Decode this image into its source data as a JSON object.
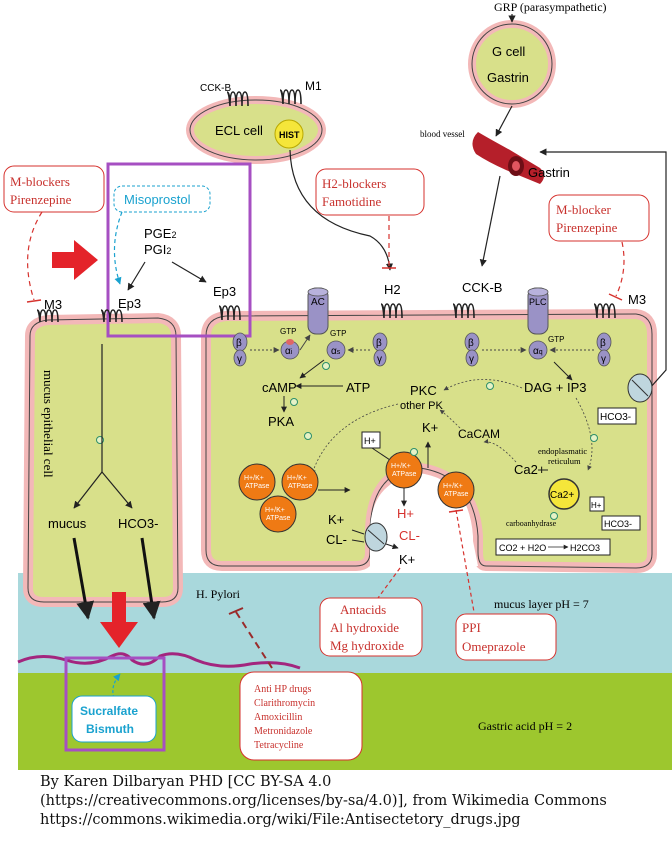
{
  "colors": {
    "cell_fill": "#d8e08a",
    "membrane": "#f3b8b8",
    "membrane_edge": "#2a2a2a",
    "mucus_layer": "#a9d8dc",
    "acid_layer": "#9dc72e",
    "receptor_purple": "#9a92c6",
    "pump_orange": "#ef7a14",
    "highlight_purple": "#a64fc2",
    "block_red": "#d6322e",
    "misoprostol_blue": "#1aa2cf",
    "hist_yellow": "#f5e63a",
    "vessel_red": "#b51f2a"
  },
  "top": {
    "grp": "GRP (parasympathetic)",
    "g_cell": "G cell",
    "gastrin_in_cell": "Gastrin",
    "blood_vessel": "blood vessel",
    "gastrin_vessel": "Gastrin",
    "cck_b_ecl": "CCK-B",
    "m1": "M1",
    "ecl_cell": "ECL cell",
    "hist": "HIST"
  },
  "drugs": {
    "m_blockers_left": [
      "M-blockers",
      "Pirenzepine"
    ],
    "misoprostol": "Misoprostol",
    "h2_blockers": [
      "H2-blockers",
      "Famotidine"
    ],
    "m_blocker_right": [
      "M-blocker",
      "Pirenzepine"
    ],
    "antacids": [
      "Antacids",
      "Al hydroxide",
      "Mg hydroxide"
    ],
    "ppi": [
      "PPI",
      "Omeprazole"
    ],
    "anti_hp": [
      "Anti HP drugs",
      "Clarithromycin",
      "Amoxicillin",
      "Metronidazole",
      "Tetracycline"
    ],
    "sucralfate": [
      "Sucralfate",
      "Bismuth"
    ]
  },
  "prostaglandins": {
    "pge2": "PGE",
    "pge2_sub": "2",
    "pgi2": "PGI",
    "pgi2_sub": "2"
  },
  "receptors": {
    "m3_left": "M3",
    "ep3_left": "Ep3",
    "ep3_right": "Ep3",
    "h2": "H2",
    "cck_b": "CCK-B",
    "m3_right": "M3",
    "ac": "AC",
    "plc": "PLC"
  },
  "g_proteins": {
    "beta": "β",
    "gamma": "γ",
    "alpha_i": "α",
    "alpha_i_sub": "i",
    "alpha_s": "α",
    "alpha_s_sub": "s",
    "alpha_q": "α",
    "alpha_q_sub": "q",
    "gtp": "GTP"
  },
  "pathway": {
    "camp": "cAMP",
    "atp": "ATP",
    "pka": "PKA",
    "pkc": "PKC",
    "other_pk": "other PK",
    "dag_ip3": "DAG + IP3",
    "cacam": "CaCAM",
    "ca2_plus": "Ca2+",
    "er": [
      "endoplasmatic",
      "reticulum"
    ],
    "ca2_er": "Ca2+",
    "h_plus_box": "H+",
    "h_plus_box2": "H+",
    "k_plus_up": "K+",
    "hco3_box": "HCO3-",
    "hco3_box2": "HCO3-",
    "carboanhydrase": "carboanhydrase",
    "co2_h2o": "CO2 + H2O",
    "h2co3": "H2CO3",
    "pump_label": [
      "H+/K+",
      "ATPase"
    ],
    "k_plus_left": "K+",
    "cl_minus_left": "CL-",
    "h_plus_lumen": "H+",
    "cl_minus_lumen": "CL-",
    "k_plus_lumen": "K+"
  },
  "mucus_cell": {
    "label": "mucus epithelial cell",
    "mucus": "mucus",
    "hco3": "HCO3-"
  },
  "layers": {
    "h_pylori": "H. Pylori",
    "mucus_layer": "mucus layer pH = 7",
    "gastric_acid": "Gastric acid pH = 2"
  },
  "credit": [
    "By Karen Dilbaryan PHD [CC BY-SA 4.0",
    "(https://creativecommons.org/licenses/by-sa/4.0)], from Wikimedia Commons",
    "https://commons.wikimedia.org/wiki/File:Antisectetory_drugs.jpg"
  ]
}
